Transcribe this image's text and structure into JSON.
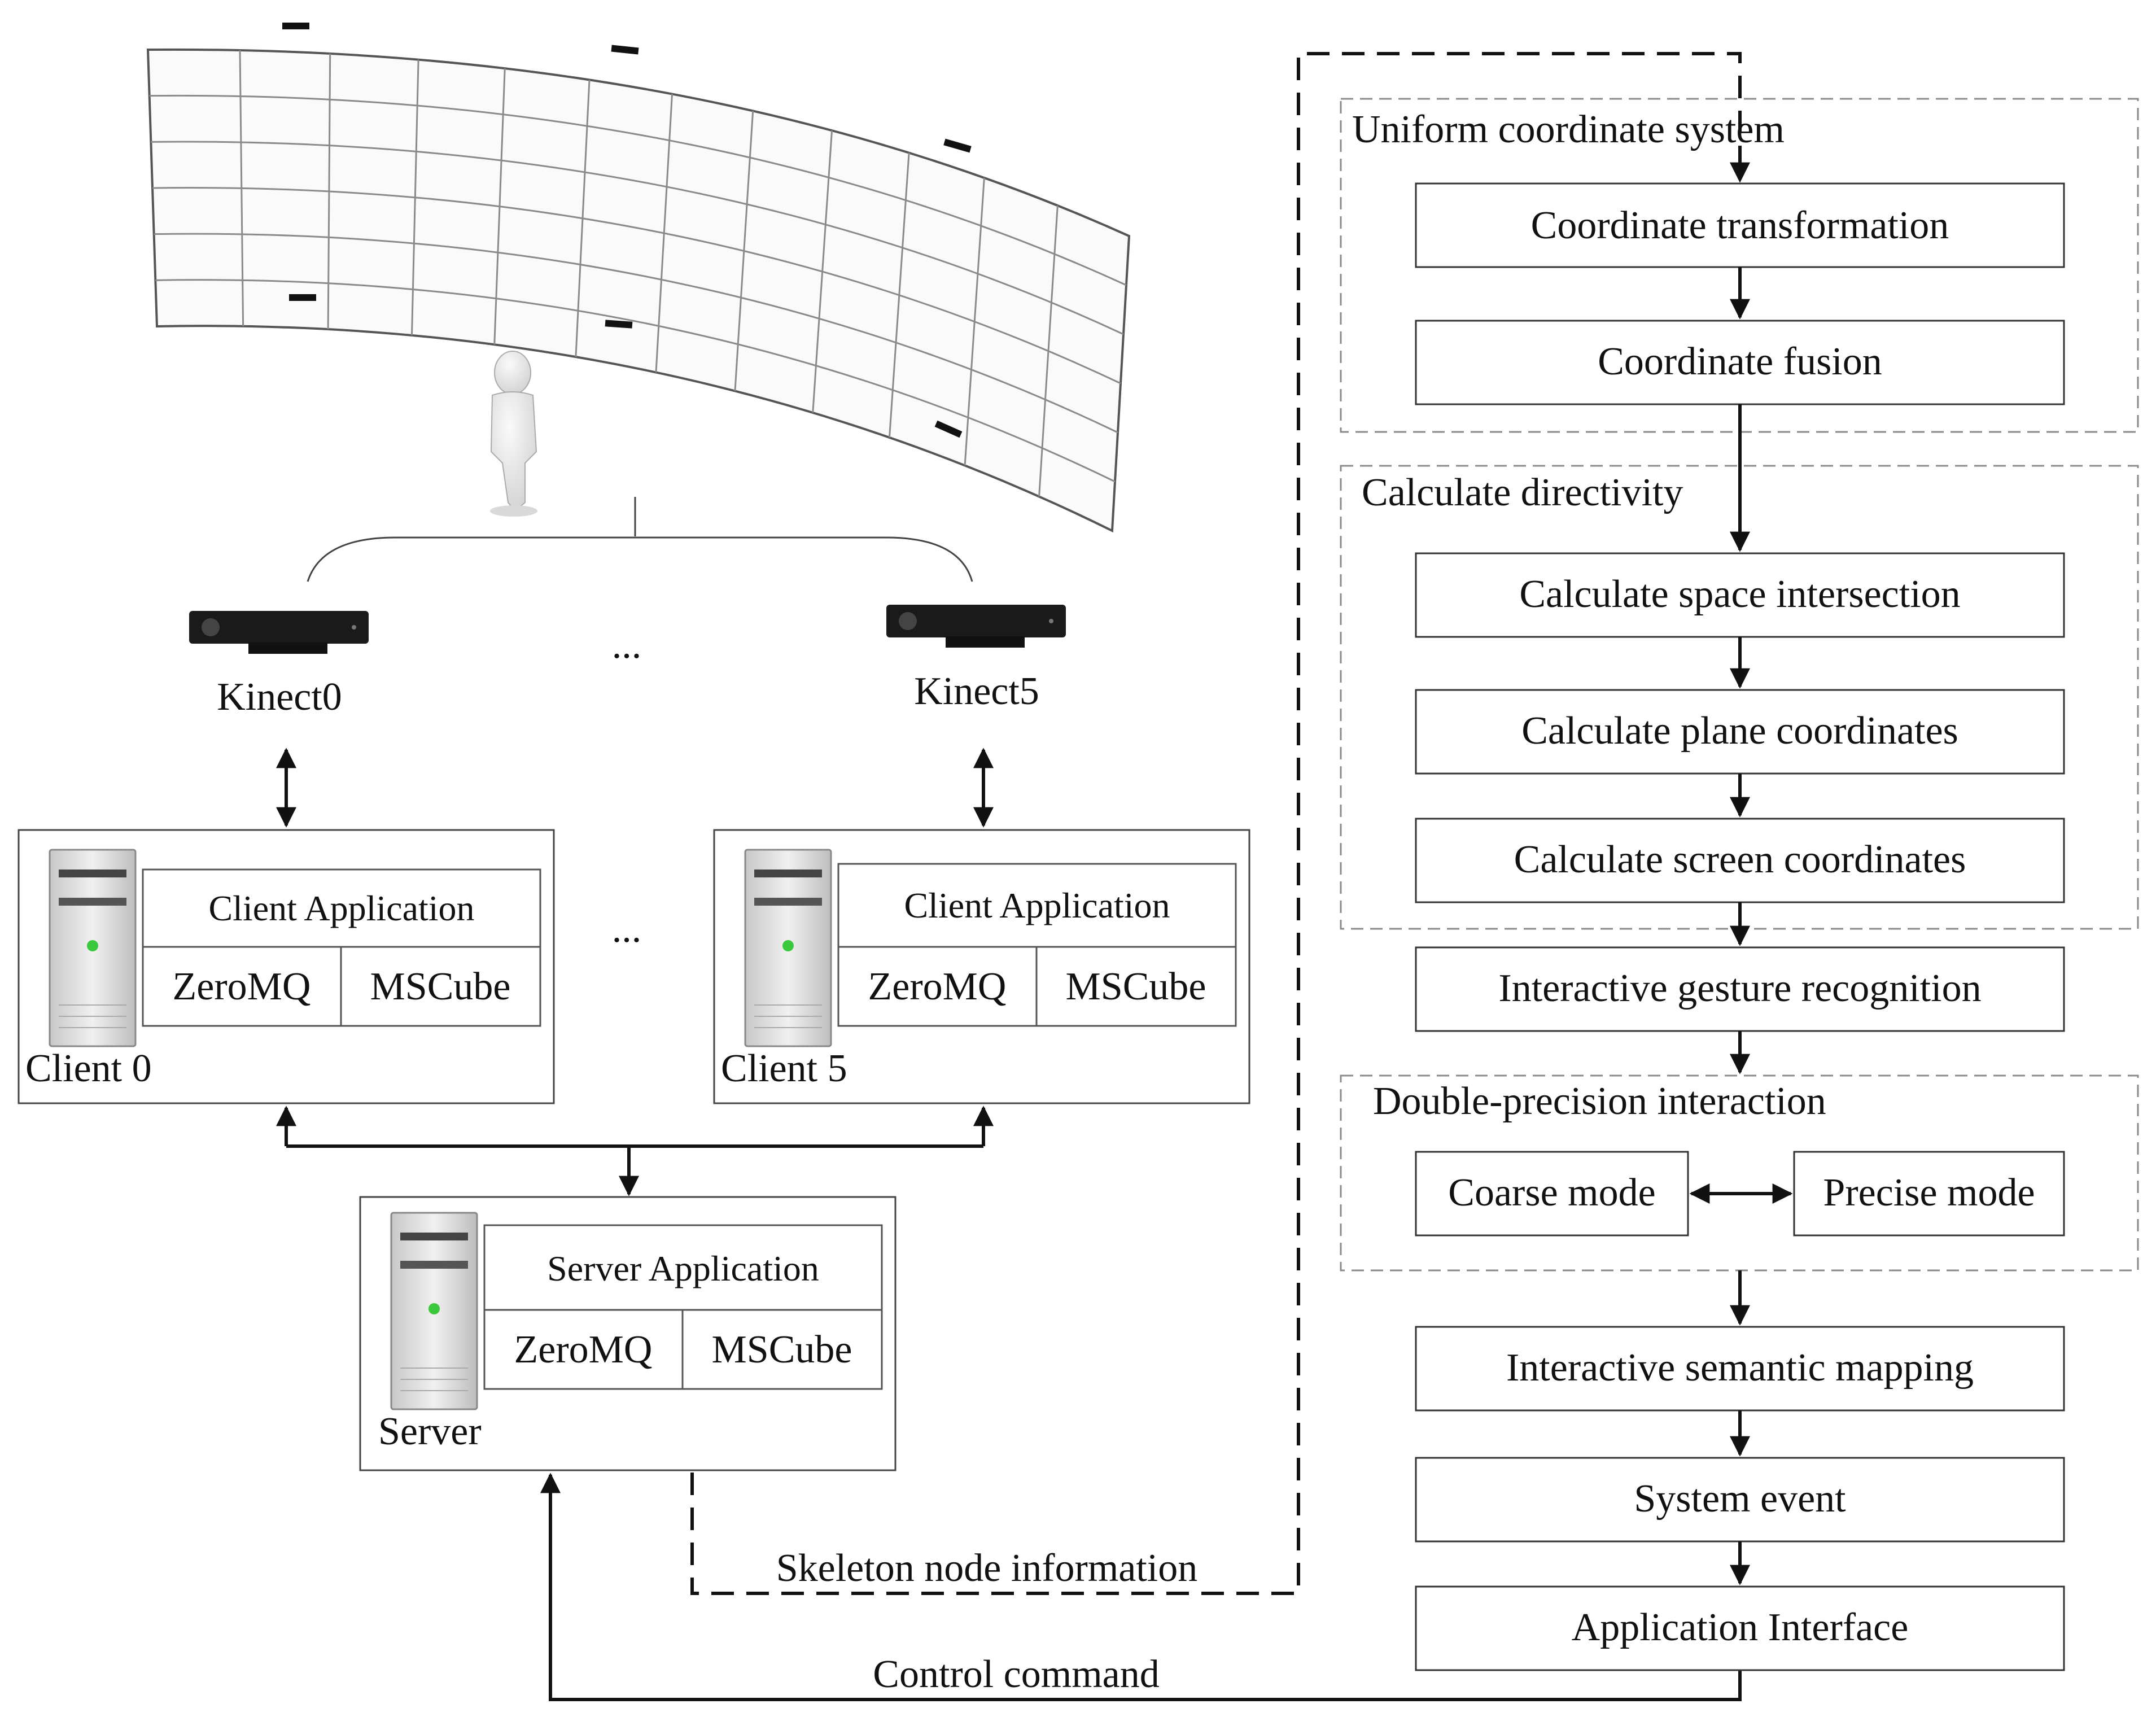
{
  "left": {
    "sensors": [
      {
        "label": "Kinect0"
      },
      {
        "label": "Kinect5"
      }
    ],
    "sensor_ellipsis": "...",
    "client_ellipsis": "...",
    "clients": [
      {
        "name": "Client 0",
        "app": "Client Application",
        "lib1": "ZeroMQ",
        "lib2": "MSCube"
      },
      {
        "name": "Client 5",
        "app": "Client Application",
        "lib1": "ZeroMQ",
        "lib2": "MSCube"
      }
    ],
    "server": {
      "name": "Server",
      "app": "Server Application",
      "lib1": "ZeroMQ",
      "lib2": "MSCube"
    },
    "skeleton_label": "Skeleton node information",
    "control_label": "Control command"
  },
  "flow": {
    "groups": [
      {
        "title": "Uniform coordinate system"
      },
      {
        "title": "Calculate directivity"
      },
      {
        "title": "Double-precision interaction"
      }
    ],
    "steps": [
      {
        "label": "Coordinate transformation"
      },
      {
        "label": "Coordinate fusion"
      },
      {
        "label": "Calculate space intersection"
      },
      {
        "label": "Calculate plane coordinates"
      },
      {
        "label": "Calculate screen coordinates"
      },
      {
        "label": "Interactive gesture recognition"
      },
      {
        "label": "Coarse mode"
      },
      {
        "label": "Precise mode"
      },
      {
        "label": "Interactive semantic mapping"
      },
      {
        "label": "System event"
      },
      {
        "label": "Application Interface"
      }
    ]
  },
  "colors": {
    "indicator": "#3cc83c",
    "stroke": "#111111",
    "group_border": "#8a8a8a"
  }
}
